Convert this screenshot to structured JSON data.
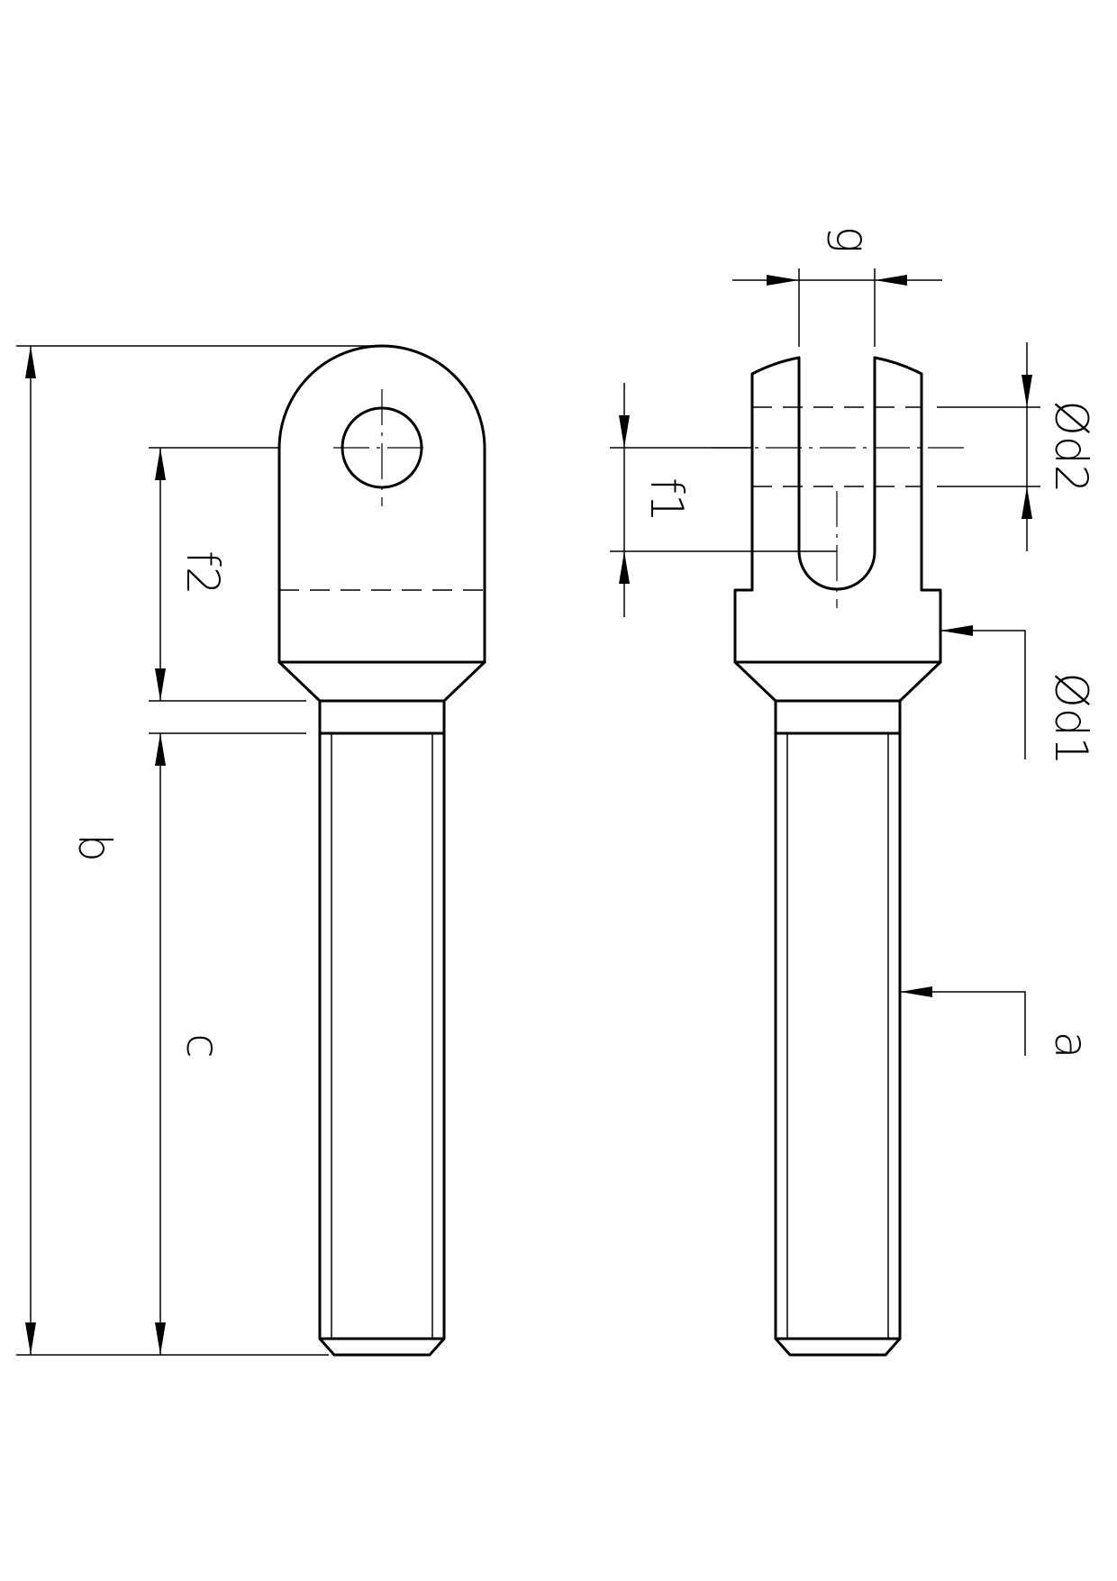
{
  "labels": {
    "a": "a",
    "b": "b",
    "c": "c",
    "f1": "f1",
    "f2": "f2",
    "g": "g",
    "d1": "Ød1",
    "d2": "Ød2"
  }
}
